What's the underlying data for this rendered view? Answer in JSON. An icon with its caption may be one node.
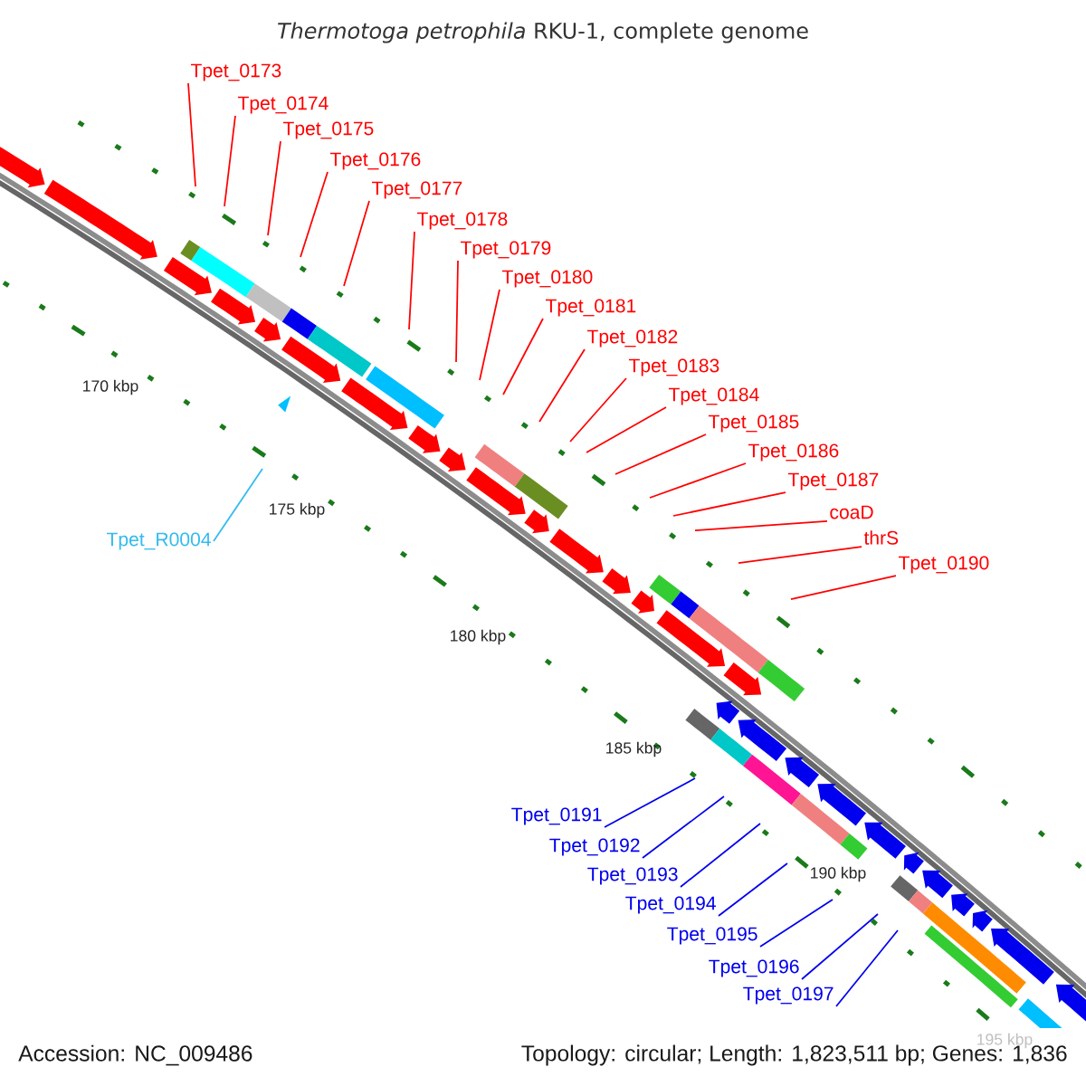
{
  "diagram": {
    "title": "*Thermotoga petrophila* RKU-1, complete genome",
    "nodes": [
      {
        "text": [
          "Tpet_0173"
        ]
      },
      {
        "text": [
          "Tpet_0174"
        ]
      },
      {
        "text": [
          "Tpet_0175"
        ]
      },
      {
        "text": [
          "Tpet_0176"
        ]
      },
      {
        "text": [
          "Tpet_0177"
        ]
      },
      {
        "text": [
          "Tpet_0178"
        ]
      },
      {
        "text": [
          "Tpet_0179"
        ]
      },
      {
        "text": [
          "Tpet_0180"
        ]
      },
      {
        "text": [
          "Tpet_0181"
        ]
      },
      {
        "text": [
          "Tpet_0182"
        ]
      },
      {
        "text": [
          "Tpet_0183"
        ]
      },
      {
        "text": [
          "Tpet_0184"
        ]
      },
      {
        "text": [
          "Tpet_0185"
        ]
      },
      {
        "text": [
          "Tpet_0186"
        ]
      },
      {
        "text": [
          "Tpet_0187"
        ]
      },
      {
        "text": [
          "coaD"
        ]
      },
      {
        "text": [
          "thrS"
        ]
      },
      {
        "text": [
          "Tpet_0190"
        ]
      },
      {
        "text": [
          "Tpet_R0004"
        ]
      },
      {
        "text": [
          "Tpet_0191"
        ]
      },
      {
        "text": [
          "Tpet_0192"
        ]
      },
      {
        "text": [
          "Tpet_0193"
        ]
      },
      {
        "text": [
          "Tpet_0194"
        ]
      },
      {
        "text": [
          "Tpet_0195"
        ]
      },
      {
        "text": [
          "Tpet_0196"
        ]
      },
      {
        "text": [
          "Tpet_0197"
        ]
      }
    ],
    "edges": [
      {
        "from": 0,
        "to": null,
        "arrow": "none"
      },
      {
        "from": 1,
        "to": null,
        "arrow": "none"
      },
      {
        "from": 2,
        "to": null,
        "arrow": "none"
      },
      {
        "from": 3,
        "to": null,
        "arrow": "none"
      },
      {
        "from": 4,
        "to": null,
        "arrow": "none"
      },
      {
        "from": 5,
        "to": null,
        "arrow": "none"
      },
      {
        "from": 6,
        "to": null,
        "arrow": "none"
      },
      {
        "from": 7,
        "to": null,
        "arrow": "none"
      },
      {
        "from": 8,
        "to": null,
        "arrow": "none"
      },
      {
        "from": 9,
        "to": null,
        "arrow": "none"
      },
      {
        "from": 10,
        "to": null,
        "arrow": "none"
      },
      {
        "from": 11,
        "to": null,
        "arrow": "none"
      },
      {
        "from": 12,
        "to": null,
        "arrow": "none"
      },
      {
        "from": 13,
        "to": null,
        "arrow": "none"
      },
      {
        "from": 14,
        "to": null,
        "arrow": "none"
      },
      {
        "from": 15,
        "to": null,
        "arrow": "none"
      },
      {
        "from": 16,
        "to": null,
        "arrow": "none"
      },
      {
        "from": 17,
        "to": null,
        "arrow": "none"
      },
      {
        "from": 18,
        "to": null,
        "arrow": "none",
        "color": "#33bbee"
      },
      {
        "from": 19,
        "to": null,
        "arrow": "none",
        "color": "#0000ee"
      },
      {
        "from": 20,
        "to": null,
        "arrow": "none",
        "color": "#0000ee"
      },
      {
        "from": 21,
        "to": null,
        "arrow": "none",
        "color": "#0000ee"
      },
      {
        "from": 22,
        "to": null,
        "arrow": "none",
        "color": "#0000ee"
      },
      {
        "from": 23,
        "to": null,
        "arrow": "none",
        "color": "#0000ee"
      },
      {
        "from": 24,
        "to": null,
        "arrow": "none",
        "color": "#0000ee"
      },
      {
        "from": 25,
        "to": null,
        "arrow": "none",
        "color": "#0000ee"
      }
    ],
    "labels": [
      "170 kbp",
      "175 kbp",
      "180 kbp",
      "185 kbp",
      "190 kbp",
      "195 kbp",
      "Accession: NC_009486",
      "Topology: circular; Length: 1,823,511 bp; Genes: 1,836"
    ]
  }
}
